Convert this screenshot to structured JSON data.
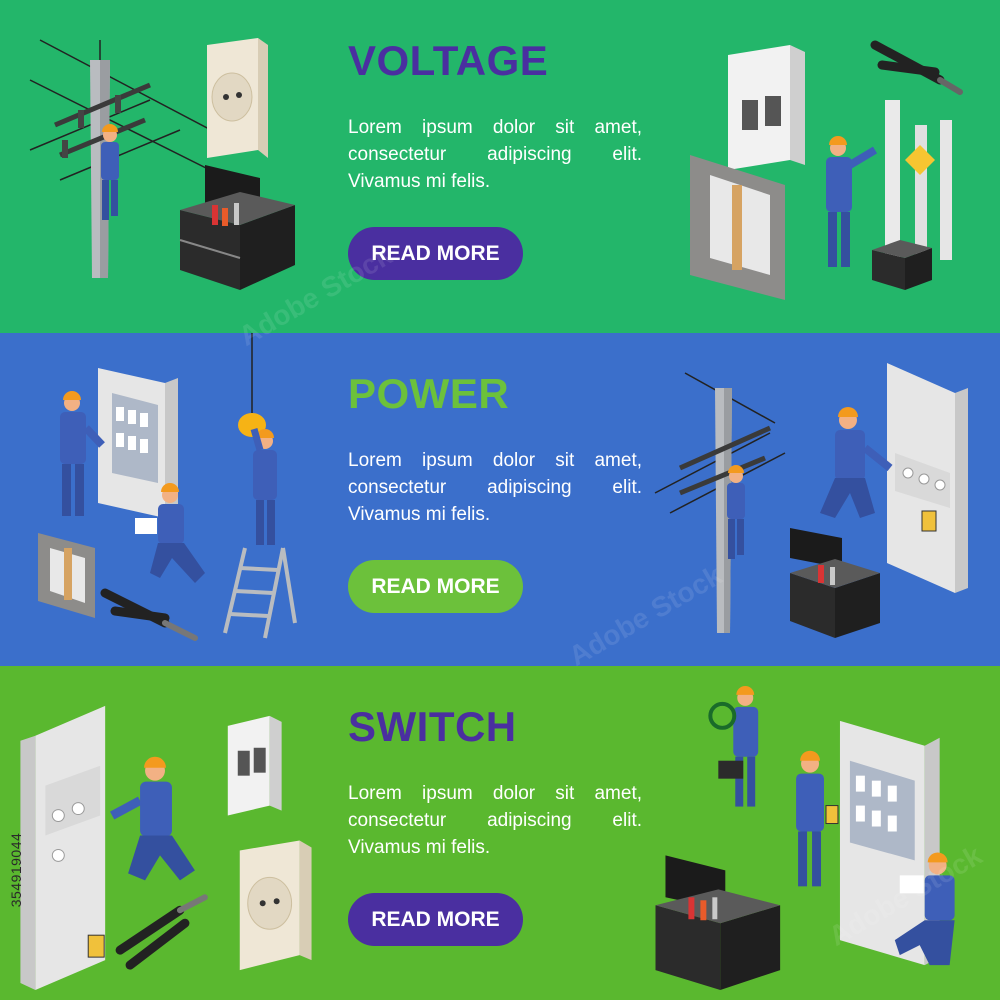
{
  "banners": [
    {
      "title": "VOLTAGE",
      "body": [
        "Lorem ipsum dolor sit amet,",
        "consectetur adipiscing elit.",
        "Vivamus mi felis."
      ],
      "button_label": "READ MORE",
      "colors": {
        "background": "#23b66a",
        "title": "#4a2fa0",
        "button": "#4a2fa0"
      }
    },
    {
      "title": "POWER",
      "body": [
        "Lorem ipsum dolor sit amet,",
        "consectetur adipiscing elit.",
        "Vivamus mi felis."
      ],
      "button_label": "READ MORE",
      "colors": {
        "background": "#3b6fcb",
        "title": "#6cc13b",
        "button": "#6cc13b"
      }
    },
    {
      "title": "SWITCH",
      "body": [
        "Lorem ipsum dolor sit amet,",
        "consectetur adipiscing elit.",
        "Vivamus mi felis."
      ],
      "button_label": "READ MORE",
      "colors": {
        "background": "#5ab82f",
        "title": "#4a2fa0",
        "button": "#4a2fa0"
      }
    }
  ],
  "stock_id": "354919044",
  "watermark": "Adobe Stock",
  "icons": [
    "power-pole-icon",
    "wall-socket-icon",
    "toolbox-icon",
    "circuit-breaker-icon",
    "pliers-icon",
    "electrician-icon",
    "electrical-panel-icon",
    "ladder-icon",
    "lamp-icon",
    "multimeter-icon"
  ]
}
